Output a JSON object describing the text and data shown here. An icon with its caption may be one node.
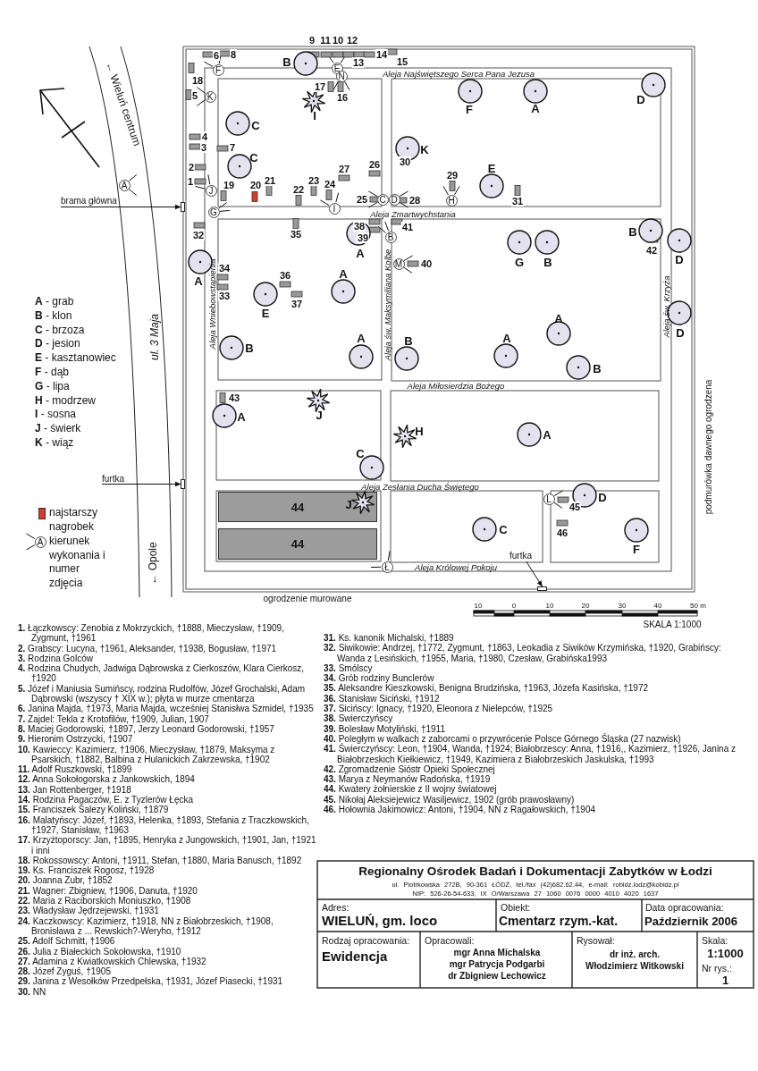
{
  "diagram": {
    "nodes": [
      {
        "text": [
          "brama główna"
        ]
      },
      {
        "text": [
          "furtka"
        ]
      },
      {
        "text": [
          "furtka"
        ]
      },
      {
        "text": [
          "A"
        ]
      },
      {
        "text": [
          "F"
        ]
      },
      {
        "text": [
          "E"
        ]
      },
      {
        "text": [
          "N"
        ]
      },
      {
        "text": [
          "K"
        ]
      },
      {
        "text": [
          "J"
        ]
      },
      {
        "text": [
          "G"
        ]
      },
      {
        "text": [
          "I"
        ]
      },
      {
        "text": [
          "C"
        ]
      },
      {
        "text": [
          "D"
        ]
      },
      {
        "text": [
          "H"
        ]
      },
      {
        "text": [
          "B"
        ]
      },
      {
        "text": [
          "M"
        ]
      },
      {
        "text": [
          "L"
        ]
      },
      {
        "text": [
          "Ł"
        ]
      },
      {
        "text": [
          "44"
        ]
      },
      {
        "text": [
          "44"
        ]
      },
      {
        "text": [
          "A"
        ]
      },
      {
        "text": [],
        "shape": "box"
      },
      {
        "text": [],
        "shape": "box"
      },
      {
        "text": [],
        "shape": "box"
      }
    ],
    "edges": [
      {
        "from": 0,
        "to": 21,
        "arrow": "to"
      },
      {
        "from": 1,
        "to": 22,
        "arrow": "to"
      },
      {
        "from": 2,
        "to": 23,
        "arrow": "to"
      }
    ],
    "labels": [
      "Aleja Najświętszego Serca Pana Jezusa",
      "Aleja Zmartwychstania",
      "Aleja Wniebowstąpienia",
      "Aleja św. Maksymiliana Kolbe",
      "Aleja Miłosierdzia Bożego",
      "Aleja św. Krzyża",
      "Aleja Zesłania Ducha Świętego",
      "Aleja Królowej Pokoju",
      "ogrodzenie murowane",
      "podmurówka dawnego ogrodzena",
      "ul. 3 Maja",
      "← Wieluń centrum",
      "← Opole",
      "10",
      "0",
      "10",
      "20",
      "30",
      "40",
      "50 m",
      "SKALA 1:1000",
      "1",
      "2",
      "3",
      "4",
      "5",
      "6",
      "7",
      "8",
      "9",
      "11",
      "10",
      "12",
      "13",
      "14",
      "15",
      "16",
      "17",
      "18",
      "19",
      "20",
      "21",
      "22",
      "23",
      "24",
      "25",
      "26",
      "27",
      "28",
      "29",
      "30",
      "31",
      "32",
      "33",
      "34",
      "35",
      "36",
      "37",
      "38",
      "39",
      "40",
      "41",
      "42",
      "43",
      "45",
      "46",
      "B",
      "F",
      "A",
      "D",
      "C",
      "C",
      "K",
      "E",
      "A",
      "A",
      "G",
      "B",
      "B",
      "D",
      "E",
      "A",
      "D",
      "B",
      "A",
      "B",
      "A",
      "A",
      "B",
      "A",
      "A",
      "C",
      "D",
      "C",
      "F",
      "I",
      "J",
      "H",
      "J",
      "**A** - grab",
      "**B** - klon",
      "**C** - brzoza",
      "**D** - jesion",
      "**E** - kasztanowiec",
      "**F** - dąb",
      "**G** - lipa",
      "**H** - modrzew",
      "**I** - sosna",
      "**J** - świerk",
      "**K** - wiąz",
      "**1.** Łączkowscy: Zenobia z Mokrzyckich, †1888, Mieczysław, †1909, Zygmunt, †1961",
      "**2.** Grabscy: Lucyna, †1961, Aleksander, †1938, Bogusław, †1971",
      "**3.** Rodzina Golców",
      "**4.** Rodzina Chudych, Jadwiga Dąbrowska z Cierkoszów, Klara Cierkosz, †1920",
      "**5.** Józef i Maniusia Sumińscy, rodzina Rudolfów, Józef Grochalski, Adam Dąbrowski (wszyscy † XIX w.); płyta w murze cmentarza",
      "**6.** Janina Majda, †1973, Maria Majda, wcześniej Stanisłwa Szmidel, †1935",
      "**7.** Zajdel: Tekla z Krotofilów, †1909, Julian, 1907",
      "**8.** Maciej Godorowski, †1897, Jerzy Leonard Godorowski, †1957",
      "**9.** Hieronim Ostrzycki, †1907",
      "**10.** Kawieccy: Kazimierz, †1906, Mieczysław, †1879, Maksyma z Psarskich, †1882, Balbina z Hulanickich Zakrzewska, †1902",
      "**11.** Adolf Ruszkowski, †1899",
      "**12.** Anna Sokołogorska z Jankowskich, 1894",
      "**13.** Jan Rottenberger, †1918",
      "**14.** Rodzina Pagaczów, E. z Tyzlerów Łęcka",
      "**15.** Franciszek Salezy Koliński, †1879",
      "**16.** Malatyńscy: Józef, †1893, Helenka, †1893, Stefania z Traczkowskich, †1927, Stanisław, †1963",
      "**17.** Krzyżtoporscy: Jan, †1895, Henryka z Jungowskich, †1901, Jan, †1921 i inni",
      "**18.** Rokossowscy: Antoni, †1911, Stefan, †1880, Maria Banusch, †1892",
      "**19.** Ks. Franciszek Rogosz, †1928",
      "**20.** Joanna Zubr, †1852",
      "**21.** Wagner: Zbigniew, †1906, Danuta, †1920",
      "**22.** Maria z Raciborskich Moniuszko, †1908",
      "**23.** Władysław Jędrzejewski, †1931",
      "**24.** Kaczkowscy: Kazimierz, †1918, NN z Białobrzeskich, †1908, Bronisława z ... Rewskich?-Weryho, †1912",
      "**25.** Adolf Schmitt, †1906",
      "**26.** Julia z Białeckich Sokołowska, †1910",
      "**27.** Adamina z Kwiatkowskich Chlewska, †1932",
      "**28.** Józef Zyguś, †1905",
      "**29.** Janina z Wesołków Przedpełska, †1931, Józef Piasecki, †1931",
      "**30.** NN",
      "**31.** Ks. kanonik Michalski, †1889",
      "**32.** Siwikowie: Andrzej, †1772, Zygmunt, †1863, Leokadia z Siwików Krzymińska, †1920, Grabińscy: Wanda z Lesińskich, †1955, Maria, †1980, Czesław, Grabińska1993",
      "**33.** Smólscy",
      "**34.** Grób rodziny Bunclerów",
      "**35.** Aleksandre Kieszkowski, Benigna Brudzińska, †1963, Józefa Kasińska, †1972",
      "**36.** Stanisław Siciński, †1912",
      "**37.** Sicińscy: Ignacy, †1920, Eleonora z Nielepców, †1925",
      "**38.** Swierczyńscy",
      "**39.** Bolesław Motyliński, †1911",
      "**40.** Poległym w walkach z zaborcami o przywrócenie Polsce Górnego Śląska (27 nazwisk)",
      "**41.** Świerczyńscy: Leon, †1904, Wanda, †1924; Białobrzescy: Anna, †1916,, Kazimierz, †1926, Janina z Białobrzeskich Kiełkiewicz, †1949, Kazimiera z Białobrzeskich Jaskulska, †1993",
      "**42.** Zgromadzenie Sióstr Opieki Społecznej",
      "**43.** Marya z Neymanów Radońska, †1919",
      "**44.** Kwatery żołnierskie z II wojny światowej",
      "**45.** Nikołaj Aleksiejewicz Wasiljewicz, 1902 (grób prawosławny)",
      "**46.** Hołownia Jakimowicz: Antoni, †1904, NN z Ragałowskich, †1904",
      "Regionalny Ośrodek Badań i Dokumentacji Zabytków w Łodzi",
      "ul. Piotrkowska 272B, 90-361 ŁÓDŹ, tel./fax (42)682.62.44, e-mail: robidz.lodz@kobidz.pl",
      "NIP: 526-26-54-633, IX O/Warszawa 27 1060 0076 0000 4010 4020 1637",
      "Adres:",
      "WIELUŃ, gm. loco",
      "Obiekt:",
      "Cmentarz rzym.-kat.",
      "Data opracowania:",
      "Październik 2006",
      "Rodzaj opracowania:",
      "Ewidencja",
      "Opracowali:",
      "mgr Anna Michalska",
      "mgr Patrycja Podgarbi",
      "dr Zbigniew Lechowicz",
      "Rysował:",
      "dr inż. arch.",
      "Włodzimierz Witkowski",
      "Skala:",
      "1:1000",
      "Nr rys.:",
      "1"
    ],
    "legend": [
      {
        "text": "najstarszy nagrobek",
        "color": "#d8392b"
      },
      {
        "text": "kierunek wykonania i numer zdjęcia"
      }
    ]
  }
}
